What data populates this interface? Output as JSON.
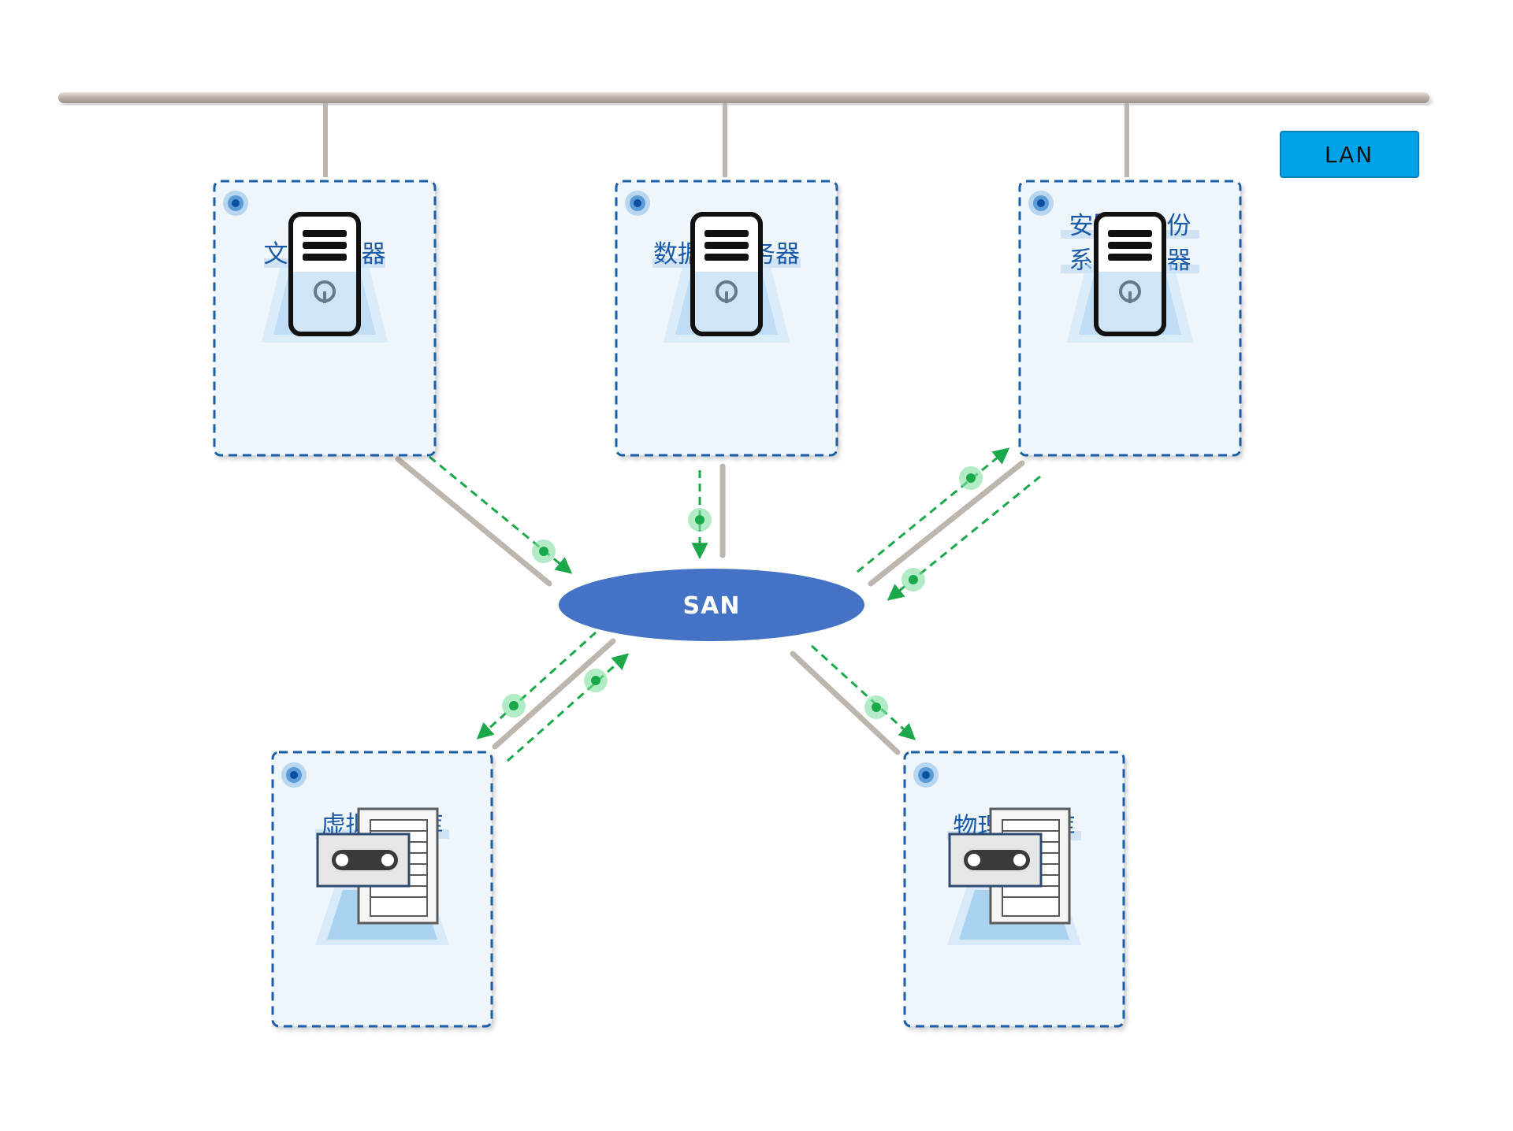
{
  "network": {
    "lan_label": "LAN",
    "san_label": "SAN"
  },
  "nodes": {
    "file_server": {
      "label_lines": [
        "文件服务器"
      ],
      "icon": "server-icon"
    },
    "database_server": {
      "label_lines": [
        "数据库服务器"
      ],
      "icon": "server-icon"
    },
    "backup_server": {
      "label_lines": [
        "安腾普备份",
        "系统服务器"
      ],
      "icon": "server-icon"
    },
    "virtual_tape_library": {
      "label_lines": [
        "虚拟磁带库"
      ],
      "icon": "tape-library-icon"
    },
    "physical_tape_library": {
      "label_lines": [
        "物理磁带库"
      ],
      "icon": "tape-library-icon"
    }
  },
  "colors": {
    "card_border": "#1f5ea8",
    "card_fill": "#eef5fb",
    "label_text": "#1a5aa6",
    "label_highlight": "#cfe3f5",
    "lan_badge": "#00a2e8",
    "san_ellipse": "#4472c4",
    "link_gray": "#bdb6ae",
    "dataflow_green": "#1aa84a"
  }
}
